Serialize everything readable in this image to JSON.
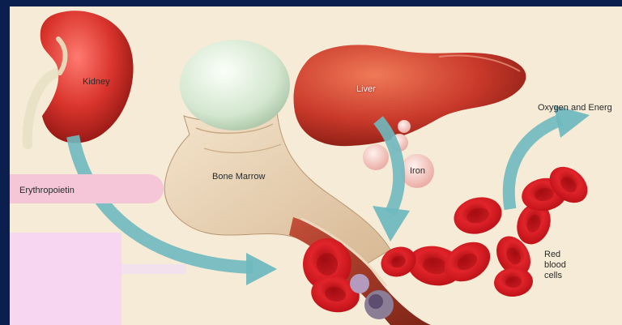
{
  "labels": {
    "kidney": "Kidney",
    "liver": "Liver",
    "bone_marrow": "Bone Marrow",
    "iron": "Iron",
    "erythropoietin": "Erythropoietin",
    "oxygen_energy": "Oxygen and Energ",
    "rbc_line1": "Red",
    "rbc_line2": "blood",
    "rbc_line3": "cells"
  },
  "colors": {
    "frame": "#0b1f4e",
    "background": "#f6ebd6",
    "arrow": "#6fb9bf",
    "organ_red": "#c8302c",
    "rbc_red": "#d8161c",
    "bone": "#ead2b4",
    "cartilage": "#dcebd6",
    "erythropoietin_box": "#f4c6d8"
  }
}
